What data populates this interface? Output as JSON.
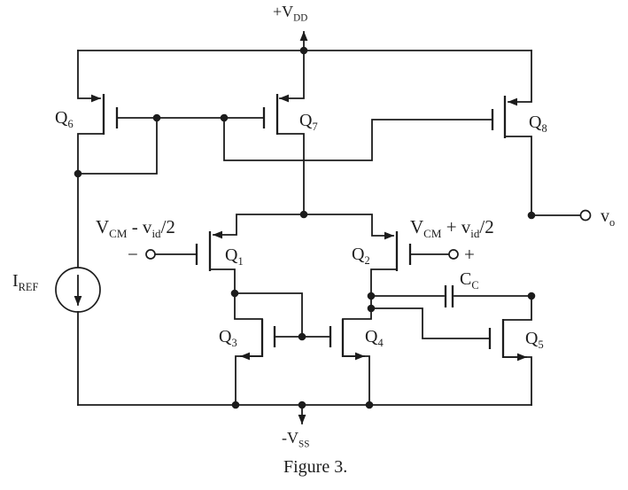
{
  "figure": {
    "caption": "Figure 3."
  },
  "colors": {
    "ink": "#1c1c1c",
    "paper": "#ffffff"
  },
  "supplies": {
    "vdd": {
      "main": "+V",
      "sub": "DD"
    },
    "vss": {
      "main": "-V",
      "sub": "SS"
    }
  },
  "transistors": {
    "q1": {
      "main": "Q",
      "sub": "1"
    },
    "q2": {
      "main": "Q",
      "sub": "2"
    },
    "q3": {
      "main": "Q",
      "sub": "3"
    },
    "q4": {
      "main": "Q",
      "sub": "4"
    },
    "q5": {
      "main": "Q",
      "sub": "5"
    },
    "q6": {
      "main": "Q",
      "sub": "6"
    },
    "q7": {
      "main": "Q",
      "sub": "7"
    },
    "q8": {
      "main": "Q",
      "sub": "8"
    }
  },
  "components": {
    "iref": {
      "main": "I",
      "sub": "REF"
    },
    "cc": {
      "main": "C",
      "sub": "C"
    }
  },
  "inputs": {
    "negative": {
      "v": "V",
      "v_sub": "CM",
      "op": " - v",
      "op_sub": "id",
      "tail": "/2",
      "polarity": "−"
    },
    "positive": {
      "v": "V",
      "v_sub": "CM",
      "op": " + v",
      "op_sub": "id",
      "tail": "/2",
      "polarity": "+"
    }
  },
  "output": {
    "main": "v",
    "sub": "o"
  }
}
